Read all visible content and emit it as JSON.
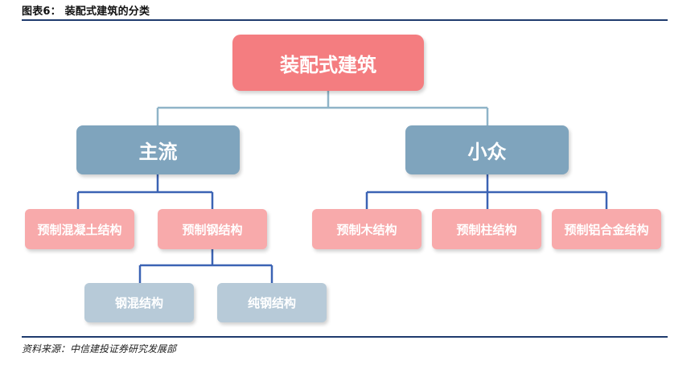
{
  "header": {
    "title": "图表6：  装配式建筑的分类"
  },
  "diagram": {
    "root": "装配式建筑",
    "mainstream": {
      "label": "主流",
      "children": [
        "预制混凝土结构",
        "预制钢结构"
      ],
      "steel_children": [
        "钢混结构",
        "纯钢结构"
      ]
    },
    "niche": {
      "label": "小众",
      "children": [
        "预制木结构",
        "预制柱结构",
        "预制铝合金结构"
      ]
    },
    "colors": {
      "root": "#f47d80",
      "mid": "#7fa4bd",
      "leaf": "#f8aaab",
      "sub": "#b7cad8",
      "line_top": "#8fb4c8",
      "line": "#3b63b4",
      "rule": "#1f3b6e"
    }
  },
  "footer": {
    "source": "资料来源：中信建投证券研究发展部"
  }
}
